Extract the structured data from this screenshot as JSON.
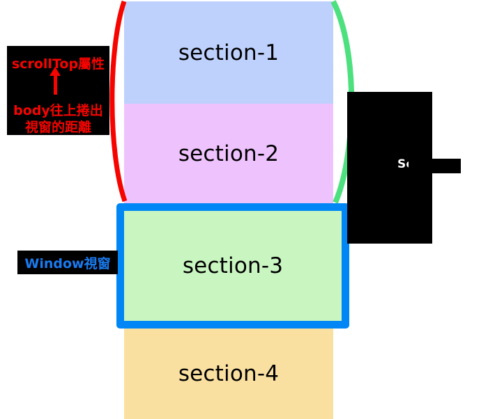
{
  "diagram": {
    "title": "scrollTop / Window viewport scrolling diagram",
    "background": "#ffffff",
    "sections": [
      {
        "id": "section-1",
        "label": "section-1",
        "color": "#bed1fd"
      },
      {
        "id": "section-2",
        "label": "section-2",
        "color": "#eec2fd"
      },
      {
        "id": "section-3",
        "label": "section-3",
        "color": "#c9f5c1"
      },
      {
        "id": "section-4",
        "label": "section-4",
        "color": "#fae0a0"
      }
    ],
    "viewport_box": {
      "label": "Window視窗",
      "border_color": "#0086f5",
      "text_color": "#1a7bf0"
    },
    "scrolltop_note": {
      "title": "scrollTop屬性",
      "arrow": "up-arrow",
      "description_line_1": "body往上捲出",
      "description_line_2": "視窗的距離",
      "text_color": "#f60400",
      "background": "#000000"
    },
    "right_note": {
      "text": "Sc",
      "text_color": "#ffffff",
      "background": "#000000",
      "redacted": "true"
    },
    "arcs": [
      {
        "name": "left-extent-arc",
        "color": "#f60400"
      },
      {
        "name": "right-extent-arc",
        "color": "#4de07e"
      }
    ]
  }
}
